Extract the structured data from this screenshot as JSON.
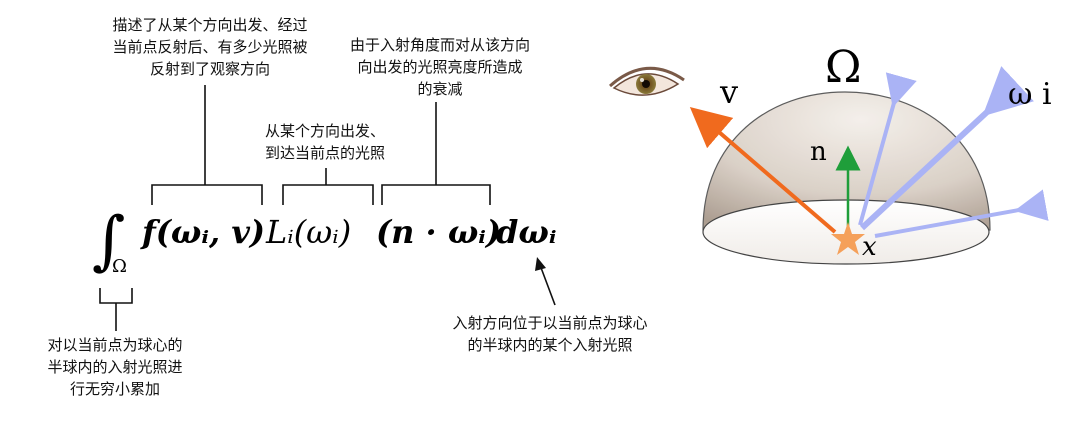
{
  "annotations": {
    "brdf": [
      "描述了从某个方向出发、经过",
      "当前点反射后、有多少光照被",
      "反射到了观察方向"
    ],
    "incident": [
      "从某个方向出发、",
      "到达当前点的光照"
    ],
    "cosine": [
      "由于入射角度而对从该方向",
      "向出发的光照亮度所造成",
      "的衰减"
    ],
    "integral": [
      "对以当前点为球心的",
      "半球内的入射光照进",
      "行无穷小累加"
    ],
    "domega": [
      "入射方向位于以当前点为球心",
      "的半球内的某个入射光照"
    ]
  },
  "equation": {
    "integral_sign": "∫",
    "domain": "Ω",
    "brdf": "f(ωᵢ, v)",
    "radiance": "Lᵢ(ωᵢ)",
    "cosine": "(n · ωᵢ)",
    "measure": "dωᵢ"
  },
  "hemisphere": {
    "omega_label": "Ω",
    "view_label": "v",
    "normal_label": "n",
    "incident_label": "ω i",
    "point_label": "x"
  },
  "colors": {
    "view_arrow": "#f06a1e",
    "normal_arrow": "#1f9e3a",
    "incident_arrows": "#aab3f5",
    "point_star": "#f5a05a"
  }
}
